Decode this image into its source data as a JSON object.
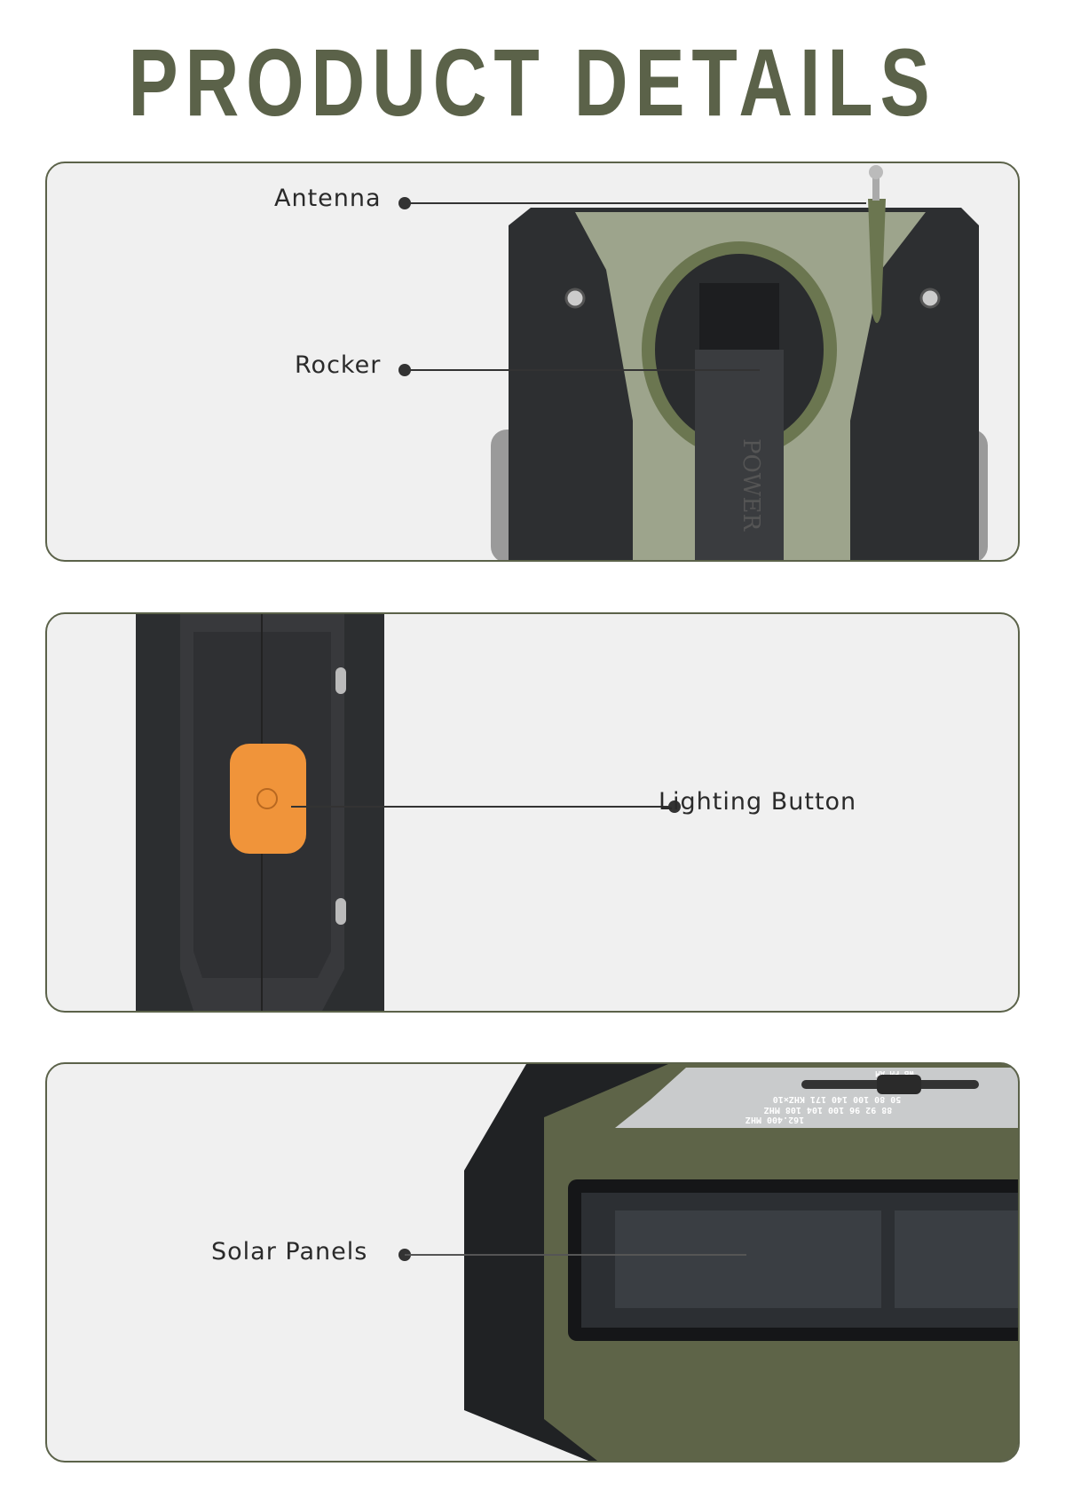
{
  "title": "PRODUCT DETAILS",
  "accent_color": "#5b6249",
  "panels": [
    {
      "callouts": [
        {
          "label": "Antenna"
        },
        {
          "label": "Rocker"
        }
      ],
      "device_text": "POWER"
    },
    {
      "callouts": [
        {
          "label": "Lighting Button"
        }
      ],
      "button_color": "#f0943a"
    },
    {
      "callouts": [
        {
          "label": "Solar Panels"
        }
      ],
      "dial_text": [
        "WB  FM  AM",
        "162.400 MHZ",
        "88  92  96  100  104  108 MHZ",
        "50  80  100  140  171 KHZ×10"
      ]
    }
  ]
}
